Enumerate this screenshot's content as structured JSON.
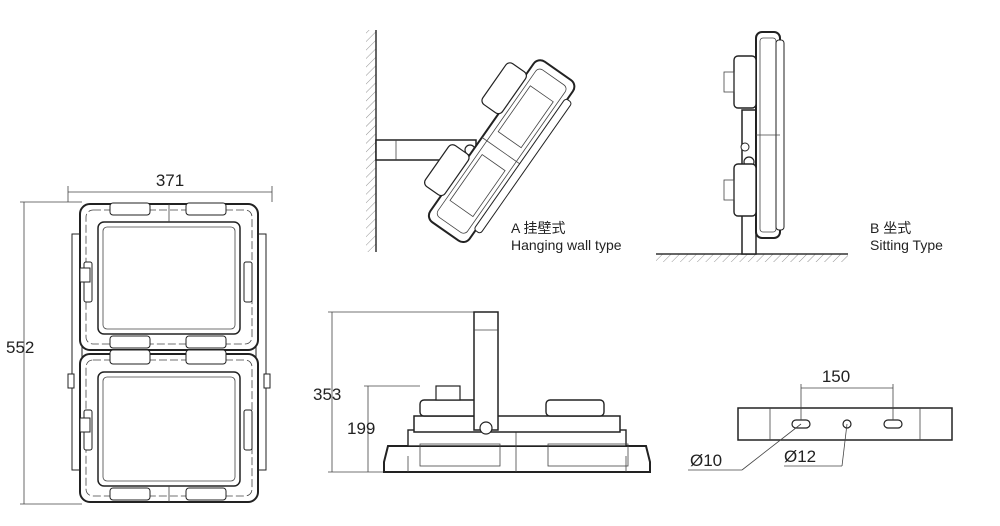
{
  "front_view": {
    "width_label": "371",
    "height_label": "552"
  },
  "wall_view": {
    "caption_cn": "A 挂壁式",
    "caption_en": "Hanging wall type"
  },
  "sitting_view": {
    "caption_cn": "B 坐式",
    "caption_en": "Sitting Type"
  },
  "side_view": {
    "total_height_label": "353",
    "body_height_label": "199"
  },
  "bracket_view": {
    "spacing_label": "150",
    "slot_label": "Ø10",
    "hole_label": "Ø12"
  }
}
